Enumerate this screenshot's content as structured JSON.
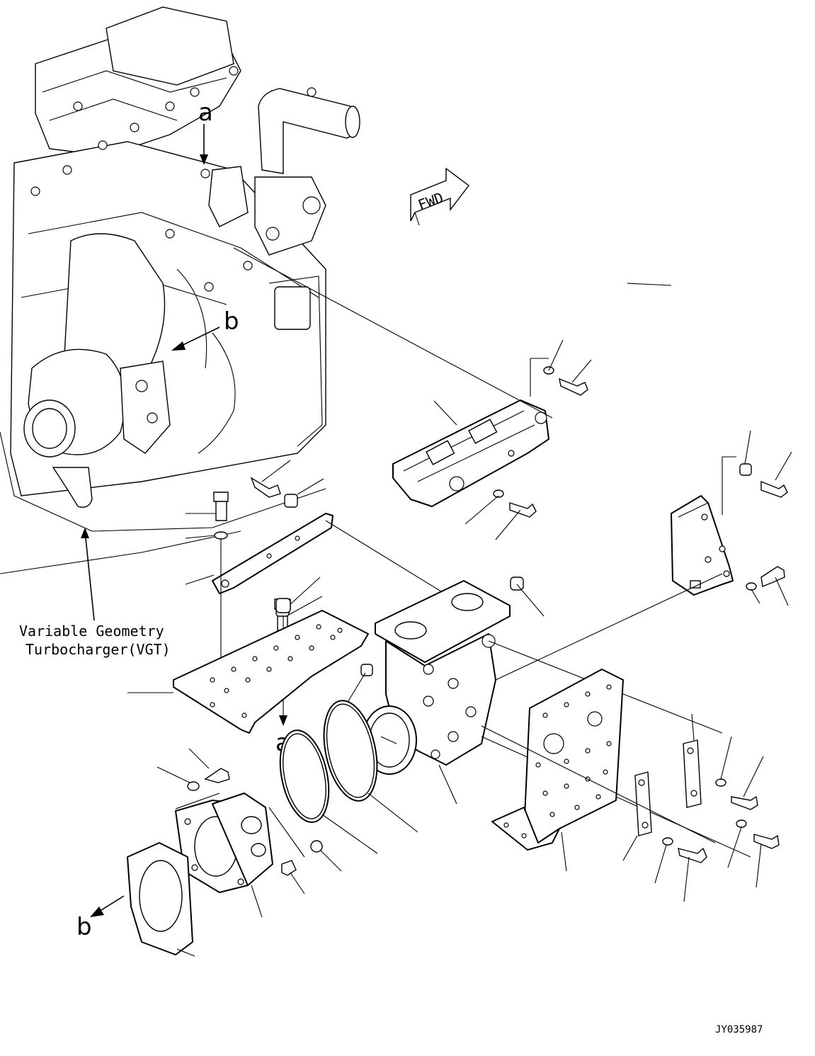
{
  "callouts": {
    "vgt_line1": "Variable Geometry",
    "vgt_line2": "Turbocharger(VGT)",
    "ref_a_top": "a",
    "ref_a_bottom": "a",
    "ref_b_top": "b",
    "ref_b_bottom": "b",
    "fwd": "FWD"
  },
  "drawing_id": "JY035987"
}
